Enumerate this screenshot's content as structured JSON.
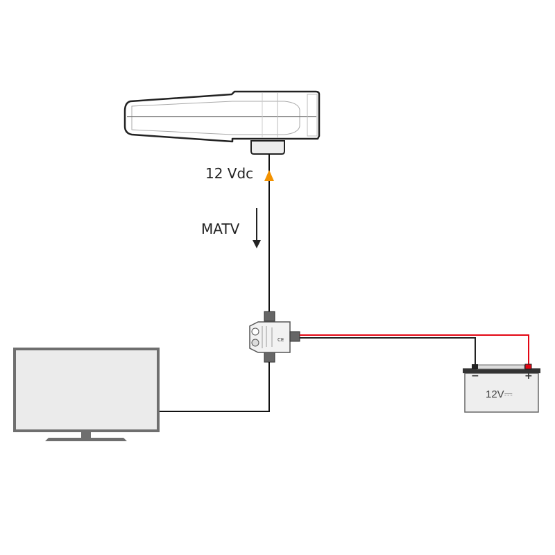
{
  "diagram": {
    "labels": {
      "power": "12 Vdc",
      "signal": "MATV"
    },
    "battery": {
      "voltage_label": "12V⎓",
      "negative": "−",
      "positive": "+"
    },
    "components": [
      "antenna-unit",
      "power-injector",
      "television",
      "battery"
    ],
    "colors": {
      "power_arrow": "#F39200",
      "positive_wire": "#E30613",
      "negative_wire": "#222222",
      "coax": "#111111",
      "tv": "#6F6F6F",
      "tv_screen": "#EBEBEB"
    }
  }
}
